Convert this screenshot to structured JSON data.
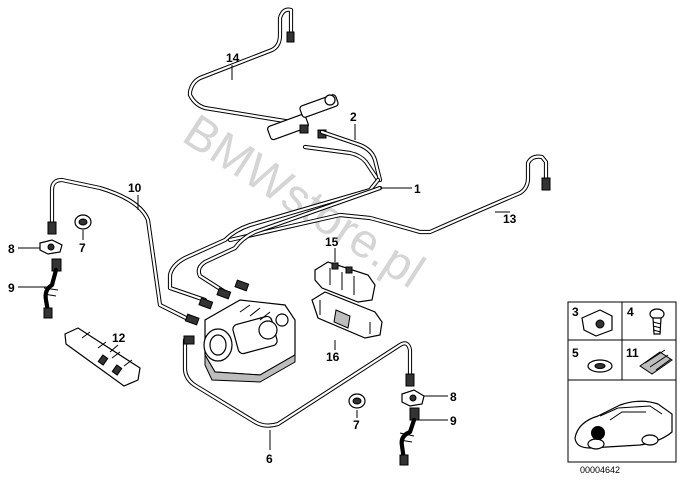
{
  "watermark": "BMWstore.pl",
  "diagram_code": "00004642",
  "callouts": {
    "c1": "1",
    "c2": "2",
    "c3": "3",
    "c4": "4",
    "c5": "5",
    "c6": "6",
    "c7a": "7",
    "c7b": "7",
    "c8a": "8",
    "c8b": "8",
    "c9a": "9",
    "c9b": "9",
    "c10": "10",
    "c11": "11",
    "c12": "12",
    "c13": "13",
    "c14": "14",
    "c15": "15",
    "c16": "16"
  }
}
